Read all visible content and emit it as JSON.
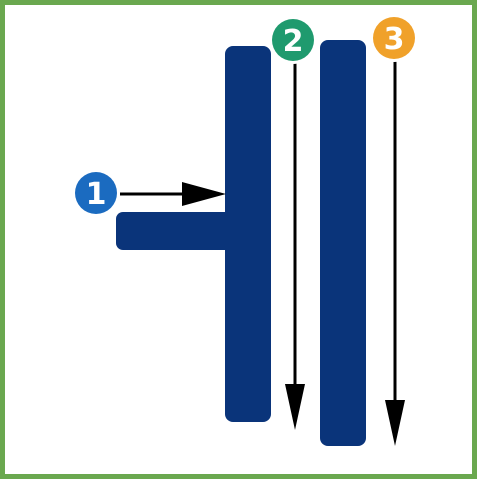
{
  "diagram": {
    "colors": {
      "frame_border": "#6aa84f",
      "bar_fill": "#0a347a",
      "arrow": "#000000",
      "badge_1": "#1b6bc0",
      "badge_2": "#1f9a6e",
      "badge_3": "#f0a12a"
    },
    "badges": [
      {
        "label": "1"
      },
      {
        "label": "2"
      },
      {
        "label": "3"
      }
    ]
  }
}
